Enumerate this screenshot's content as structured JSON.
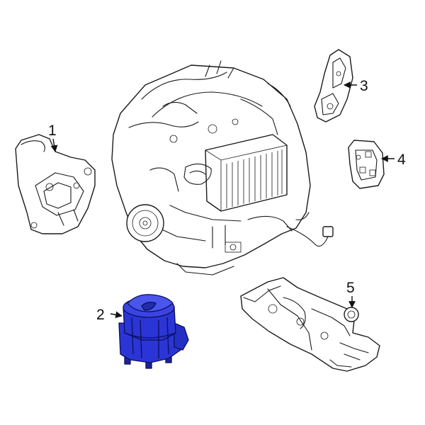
{
  "callouts": [
    {
      "id": "1",
      "label": "1"
    },
    {
      "id": "2",
      "label": "2"
    },
    {
      "id": "3",
      "label": "3"
    },
    {
      "id": "4",
      "label": "4"
    },
    {
      "id": "5",
      "label": "5"
    }
  ],
  "colors": {
    "line": "#1a1a1a",
    "highlight_fill": "#2b35d6",
    "highlight_dark": "#0b0f5c",
    "background": "#ffffff"
  },
  "highlighted_part": "2"
}
